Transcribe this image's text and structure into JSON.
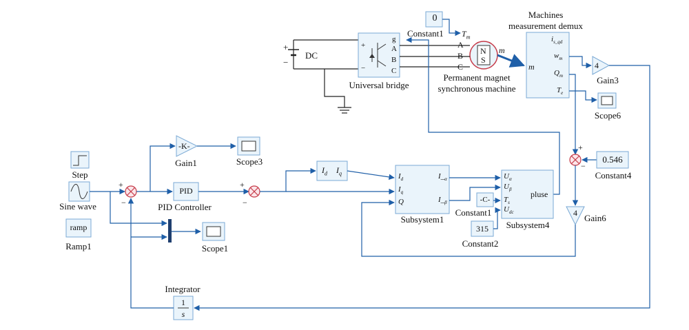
{
  "blocks": {
    "constant1": {
      "value": "0",
      "label": "Constant1"
    },
    "dc": {
      "label": "DC",
      "plus": "+",
      "minus": "−"
    },
    "universal_bridge": {
      "label": "Universal bridge",
      "ports": [
        "g",
        "A",
        "B",
        "C"
      ],
      "plus": "+",
      "minus": "−"
    },
    "pmsm": {
      "label_line1": "Permanent magnet",
      "label_line2": "synchronous machine",
      "port_tm": "T",
      "port_tm_sub": "m",
      "ports": [
        "A",
        "B",
        "C"
      ],
      "out": "m",
      "symbol_n": "N",
      "symbol_s": "S"
    },
    "demux": {
      "label_line1": "Machines",
      "label_line2": "measurement demux",
      "in": "m",
      "outputs": [
        "i",
        "w",
        "Q",
        "T"
      ],
      "output_subs": [
        "s_qd",
        "m",
        "m",
        "e"
      ]
    },
    "gain3": {
      "value": "4",
      "label": "Gain3"
    },
    "scope6": {
      "label": "Scope6"
    },
    "step": {
      "label": "Step"
    },
    "sine_wave": {
      "label": "Sine wave"
    },
    "ramp1": {
      "value": "ramp",
      "label": "Ramp1"
    },
    "gain1": {
      "value": "-K-",
      "label": "Gain1"
    },
    "scope3": {
      "label": "Scope3"
    },
    "pid": {
      "value": "PID",
      "label": "PID Controller"
    },
    "scope1": {
      "label": "Scope1"
    },
    "idiq": {
      "in": "I",
      "in_sub": "d",
      "out": "I",
      "out_sub": "q"
    },
    "subsystem1": {
      "label": "Subsystem1",
      "inputs": [
        "I",
        "I",
        "Q"
      ],
      "input_subs": [
        "d",
        "q",
        ""
      ],
      "outputs": [
        "I_",
        "I_"
      ],
      "output_subs": [
        "α",
        "β"
      ]
    },
    "subsystem4": {
      "label": "Subsystem4",
      "inputs": [
        "U",
        "U",
        "T",
        "U"
      ],
      "input_subs": [
        "α",
        "β",
        "s",
        "dc"
      ],
      "output": "pluse"
    },
    "constant1b": {
      "value": "-C-",
      "label": "Constant1"
    },
    "constant2": {
      "value": "315",
      "label": "Constant2"
    },
    "constant4": {
      "value": "0.546",
      "label": "Constant4"
    },
    "gain6": {
      "value": "4",
      "label": "Gain6"
    },
    "integrator": {
      "label": "Integrator",
      "num": "1",
      "den": "s"
    },
    "sum1": {
      "plus": "+",
      "minus": "−"
    },
    "sum2": {
      "plus": "+",
      "minus": "−"
    },
    "sum3": {
      "plus": "+",
      "minus": "−"
    }
  }
}
